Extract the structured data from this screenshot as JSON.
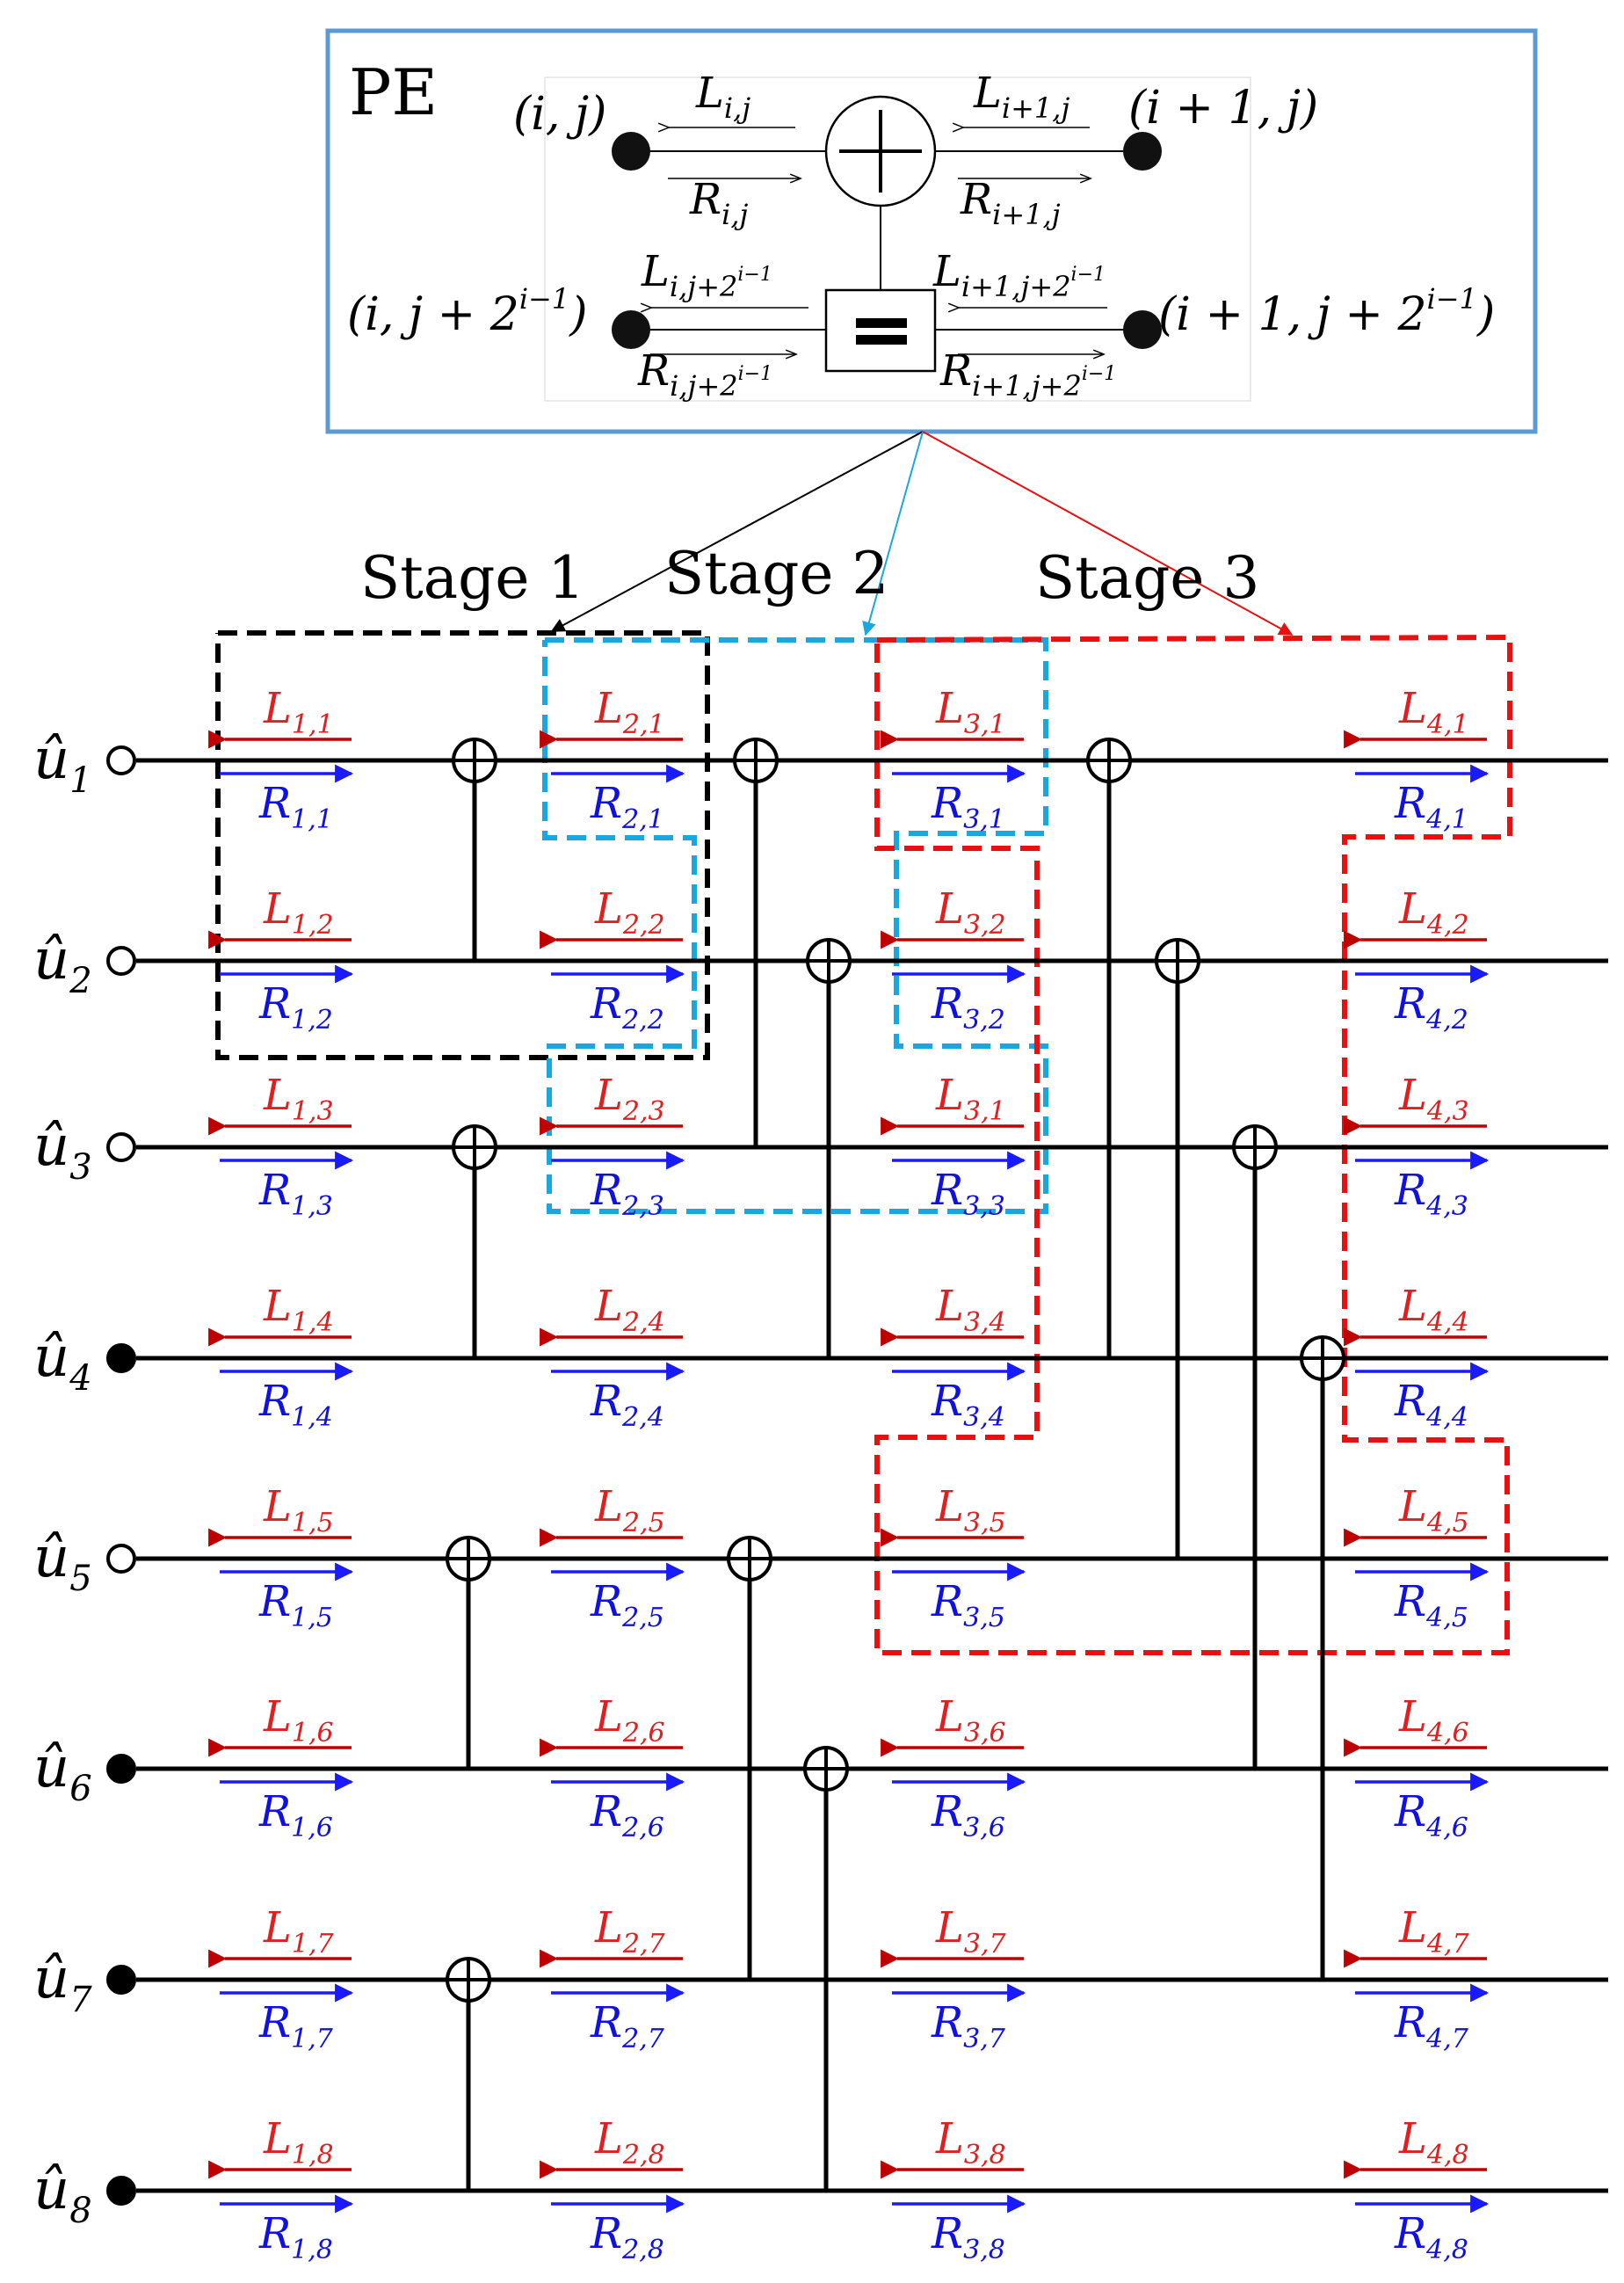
{
  "pe": {
    "title": "PE",
    "node_tl": "(i, j)",
    "node_tr": "(i + 1, j)",
    "node_bl": "(i, j + 2",
    "node_bl_sup": "i−1",
    "node_bl_close": ")",
    "node_br": "(i + 1, j + 2",
    "node_br_sup": "i−1",
    "node_br_close": ")",
    "l_ij": {
      "base": "L",
      "sub": "i,j"
    },
    "l_i1j": {
      "base": "L",
      "sub": "i+1,j"
    },
    "r_ij": {
      "base": "R",
      "sub": "i,j"
    },
    "r_i1j": {
      "base": "R",
      "sub": "i+1,j"
    },
    "l_ij2": {
      "base": "L",
      "sub": "i,j+2",
      "sup": "i−1"
    },
    "l_i1j2": {
      "base": "L",
      "sub": "i+1,j+2",
      "sup": "i−1"
    },
    "r_ij2": {
      "base": "R",
      "sub": "i,j+2",
      "sup": "i−1"
    },
    "r_i1j2": {
      "base": "R",
      "sub": "i+1,j+2",
      "sup": "i−1"
    },
    "xor_icon": "plus-in-circle",
    "eq_icon": "equals-in-box"
  },
  "stages": [
    "Stage 1",
    "Stage 2",
    "Stage 3"
  ],
  "inputs": [
    {
      "base": "û",
      "sub": "1",
      "node": "open"
    },
    {
      "base": "û",
      "sub": "2",
      "node": "open"
    },
    {
      "base": "û",
      "sub": "3",
      "node": "open"
    },
    {
      "base": "û",
      "sub": "4",
      "node": "filled"
    },
    {
      "base": "û",
      "sub": "5",
      "node": "open"
    },
    {
      "base": "û",
      "sub": "6",
      "node": "filled"
    },
    {
      "base": "û",
      "sub": "7",
      "node": "filled"
    },
    {
      "base": "û",
      "sub": "8",
      "node": "filled"
    }
  ],
  "l_labels": [
    [
      "1,1",
      "1,2",
      "1,3",
      "1,4",
      "1,5",
      "1,6",
      "1,7",
      "1,8"
    ],
    [
      "2,1",
      "2,2",
      "2,3",
      "2,4",
      "2,5",
      "2,6",
      "2,7",
      "2,8"
    ],
    [
      "3,1",
      "3,2",
      "3,1",
      "3,4",
      "3,5",
      "3,6",
      "3,7",
      "3,8"
    ],
    [
      "4,1",
      "4,2",
      "4,3",
      "4,4",
      "4,5",
      "4,6",
      "4,7",
      "4,8"
    ]
  ],
  "r_labels": [
    [
      "1,1",
      "1,2",
      "1,3",
      "1,4",
      "1,5",
      "1,6",
      "1,7",
      "1,8"
    ],
    [
      "2,1",
      "2,2",
      "2,3",
      "2,4",
      "2,5",
      "2,6",
      "2,7",
      "2,8"
    ],
    [
      "3,1",
      "3,2",
      "3,3",
      "3,4",
      "3,5",
      "3,6",
      "3,7",
      "3,8"
    ],
    [
      "4,1",
      "4,2",
      "4,3",
      "4,4",
      "4,5",
      "4,6",
      "4,7",
      "4,8"
    ]
  ],
  "colors": {
    "l_arrow": "#c00000",
    "l_text": "#e02020",
    "r_arrow": "#1a1aff",
    "r_text": "#1010e0",
    "pe_border": "#5b9bd5",
    "box_stage1": "#000000",
    "box_stage2": "#1aa7e0",
    "box_stage3": "#e81010",
    "wire": "#000000"
  }
}
